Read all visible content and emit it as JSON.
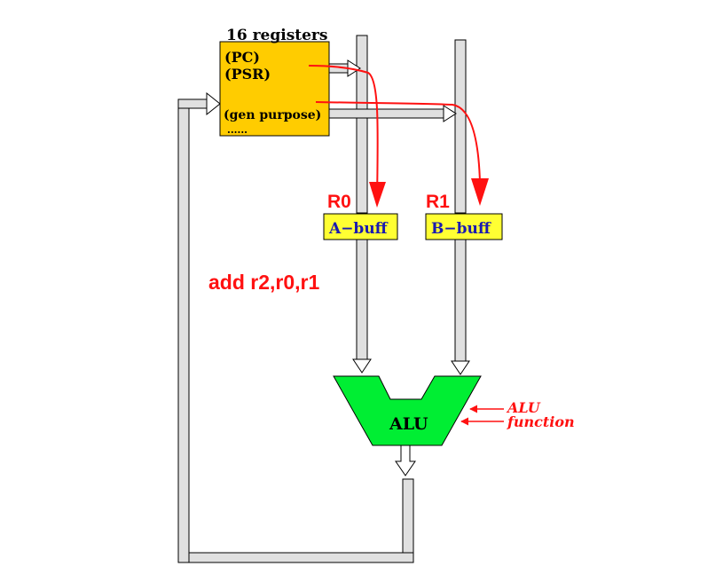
{
  "colors": {
    "register_fill": "#ffcc00",
    "buffer_fill": "#ffff33",
    "alu_fill": "#00ee33",
    "bus_fill": "#e0e0e0",
    "accent_red": "#ff1111",
    "buffer_text": "#1a1ab0",
    "outline": "#000000"
  },
  "register_file": {
    "title": "16 registers",
    "pc": "(PC)",
    "psr": "(PSR)",
    "gen": "(gen purpose)",
    "more": "......"
  },
  "buffers": {
    "a": {
      "reg": "R0",
      "label": "A−buff"
    },
    "b": {
      "reg": "R1",
      "label": "B−buff"
    }
  },
  "instruction": "add r2,r0,r1",
  "alu": {
    "label": "ALU",
    "function_line1": "ALU",
    "function_line2": "function"
  }
}
